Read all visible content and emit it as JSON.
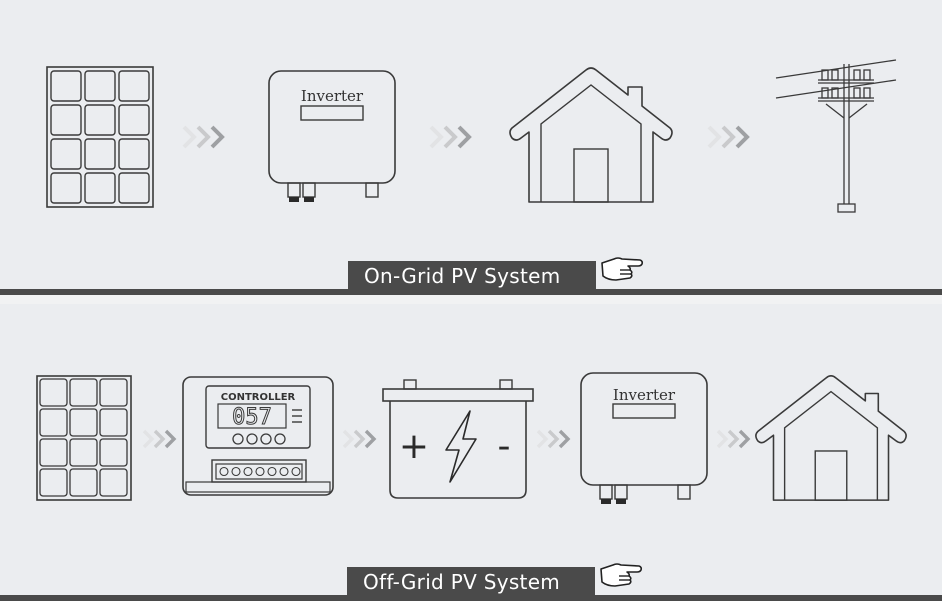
{
  "on_grid": {
    "caption": "On-Grid PV System",
    "inverter_label": "Inverter"
  },
  "off_grid": {
    "caption": "Off-Grid PV System",
    "controller_label": "CONTROLLER",
    "controller_display": "057",
    "battery_plus": "+",
    "battery_minus": "-",
    "inverter_label": "Inverter"
  },
  "icons": {
    "pointer": "pointing-hand-icon",
    "arrows": "triple-chevron-right-icon"
  }
}
